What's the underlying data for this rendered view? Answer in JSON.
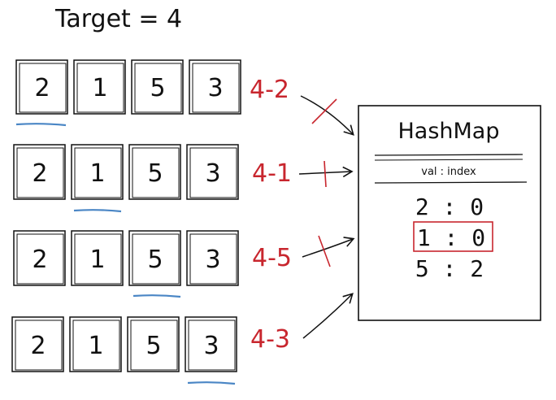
{
  "title": "Target = 4",
  "rows": [
    {
      "values": [
        "2",
        "1",
        "5",
        "3"
      ],
      "active_index": 0,
      "diff_label": "4-2",
      "crossed": true
    },
    {
      "values": [
        "2",
        "1",
        "5",
        "3"
      ],
      "active_index": 1,
      "diff_label": "4-1",
      "crossed": true
    },
    {
      "values": [
        "2",
        "1",
        "5",
        "3"
      ],
      "active_index": 2,
      "diff_label": "4-5",
      "crossed": true
    },
    {
      "values": [
        "2",
        "1",
        "5",
        "3"
      ],
      "active_index": 3,
      "diff_label": "4-3",
      "crossed": false
    }
  ],
  "hashmap": {
    "title": "HashMap",
    "subtitle": "val : index",
    "entries": [
      {
        "text": "2 : 0",
        "highlighted": false
      },
      {
        "text": "1 : 0",
        "highlighted": true
      },
      {
        "text": "5 : 2",
        "highlighted": false
      }
    ]
  },
  "colors": {
    "ink": "#111111",
    "accent_red": "#c8262e",
    "underline_blue": "#4a86c5"
  }
}
